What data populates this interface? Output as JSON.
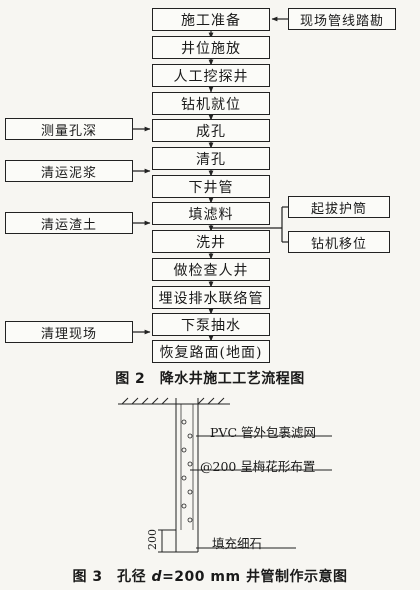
{
  "flowchart": {
    "steps": [
      "施工准备",
      "井位施放",
      "人工挖探井",
      "钻机就位",
      "成孔",
      "清孔",
      "下井管",
      "填滤料",
      "洗井",
      "做检查人井",
      "埋设排水联络管",
      "下泵抽水",
      "恢复路面(地面)"
    ],
    "side_inputs": {
      "survey_pipelines": "现场管线踏勘",
      "measure_depth": "测量孔深",
      "remove_mud": "清运泥浆",
      "remove_slag": "清运渣土",
      "pull_casing": "起拔护筒",
      "move_rig": "钻机移位",
      "clean_site": "清理现场"
    },
    "caption": "图 2　降水井施工工艺流程图"
  },
  "well_diagram": {
    "label_filter": "PVC 管外包裹滤网",
    "label_holes": "@200 呈梅花形布置",
    "label_fill": "填充细石",
    "dimension": "200",
    "caption_prefix": "图 3　孔径 ",
    "caption_var": "d",
    "caption_suffix": "=200 mm 井管制作示意图"
  }
}
